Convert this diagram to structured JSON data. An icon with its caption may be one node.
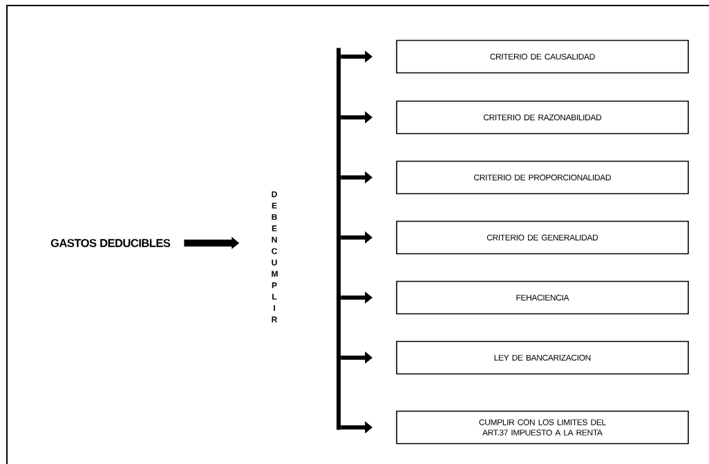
{
  "diagram": {
    "nodes": [
      {
        "text": [
          "GASTOS DEDUCIBLES"
        ]
      },
      {
        "text": [
          "DEBEN CUMPLIR"
        ]
      },
      {
        "text": [],
        "shape": "bar"
      },
      {
        "text": [
          "CRITERIO DE CAUSALIDAD"
        ]
      },
      {
        "text": [
          "CRITERIO DE RAZONABILIDAD"
        ]
      },
      {
        "text": [
          "CRITERIO DE PROPORCIONALIDAD"
        ]
      },
      {
        "text": [
          "CRITERIO DE GENERALIDAD"
        ]
      },
      {
        "text": [
          "FEHACIENCIA"
        ]
      },
      {
        "text": [
          "LEY DE BANCARIZACION"
        ]
      },
      {
        "text": [
          "CUMPLIR CON LOS LIMITES DEL ART.37 IMPUESTO A LA RENTA"
        ]
      }
    ],
    "edges": [
      {
        "from": 0,
        "to": 1,
        "arrow": "to"
      },
      {
        "from": 2,
        "to": 3,
        "arrow": "to"
      },
      {
        "from": 2,
        "to": 4,
        "arrow": "to"
      },
      {
        "from": 2,
        "to": 5,
        "arrow": "to"
      },
      {
        "from": 2,
        "to": 6,
        "arrow": "to"
      },
      {
        "from": 2,
        "to": 7,
        "arrow": "to"
      },
      {
        "from": 2,
        "to": 8,
        "arrow": "to"
      },
      {
        "from": 2,
        "to": 9,
        "arrow": "to"
      }
    ]
  }
}
